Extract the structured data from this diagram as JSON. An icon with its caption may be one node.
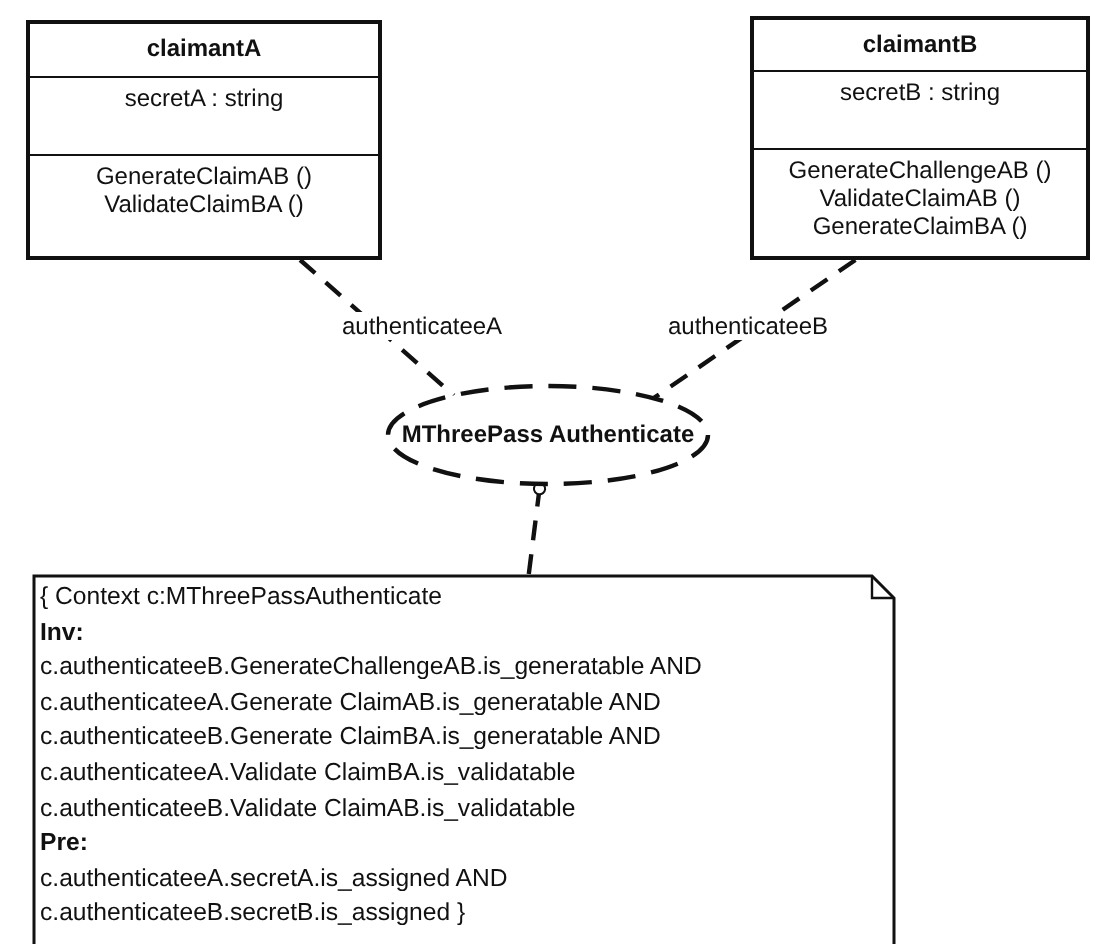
{
  "diagram": {
    "nodes": [
      {
        "text": [
          "claimantA",
          "secretA : string",
          "GenerateClaimAB ()",
          "ValidateClaimBA ()"
        ]
      },
      {
        "text": [
          "claimantB",
          "secretB : string",
          "GenerateChallengeAB ()",
          "ValidateClaimAB ()",
          "GenerateClaimBA ()"
        ]
      },
      {
        "text": [
          "MThreePass Authenticate"
        ]
      },
      {
        "text": [
          "{ Context  c:MThreePassAuthenticate",
          "Inv:",
          "c.authenticateeB.GenerateChallengeAB.is_generatable AND",
          "c.authenticateeA.Generate ClaimAB.is_generatable AND",
          "c.authenticateeB.Generate ClaimBA.is_generatable AND",
          "c.authenticateeA.Validate ClaimBA.is_validatable",
          "c.authenticateeB.Validate ClaimAB.is_validatable",
          "Pre:",
          "c.authenticateeA.secretA.is_assigned AND",
          "c.authenticateeB.secretB.is_assigned }"
        ]
      }
    ],
    "edges": [
      {
        "from": 0,
        "to": 2,
        "arrow": "none",
        "label": "authenticateeA",
        "style": "dashed"
      },
      {
        "from": 1,
        "to": 2,
        "arrow": "none",
        "label": "authenticateeB",
        "style": "dashed"
      },
      {
        "from": 3,
        "to": 2,
        "arrow": "other",
        "style": "dashed"
      }
    ]
  }
}
